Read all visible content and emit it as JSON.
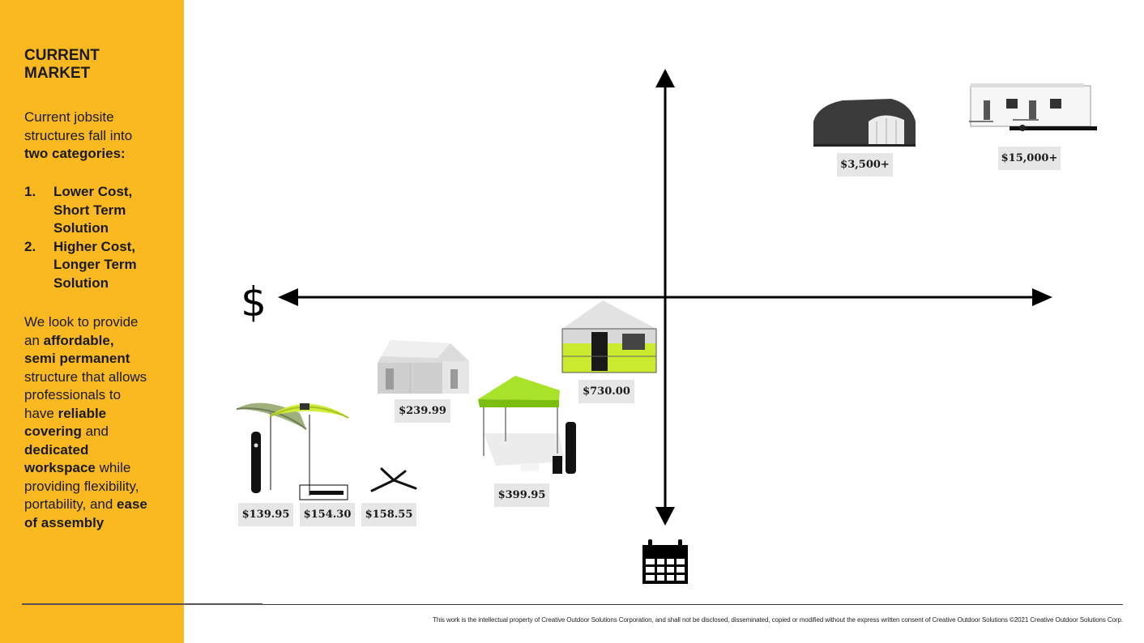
{
  "sidebar": {
    "title_line1": "CURRENT",
    "title_line2": "MARKET",
    "intro_l1": "Current jobsite",
    "intro_l2": "structures fall into",
    "intro_l3": "two categories:",
    "items": [
      {
        "num": "1.",
        "l1": "Lower Cost,",
        "l2": "Short Term",
        "l3": "Solution"
      },
      {
        "num": "2.",
        "l1": "Higher Cost,",
        "l2": "Longer Term",
        "l3": "Solution"
      }
    ],
    "body": {
      "l1": "We look to provide",
      "l2a": "an ",
      "l2b": "affordable,",
      "l3": "semi permanent",
      "l4": "structure that allows",
      "l5": "professionals to",
      "l6a": "have ",
      "l6b": "reliable",
      "l7a": "covering",
      "l7b": " and",
      "l8": "dedicated",
      "l9a": "workspace",
      "l9b": " while",
      "l10": "providing flexibility,",
      "l11a": "portability, and ",
      "l11b": "ease",
      "l12": "of assembly"
    }
  },
  "axis": {
    "x_symbol": "$",
    "y_icon": "calendar-icon",
    "arrow_color": "#000000"
  },
  "products": [
    {
      "name": "umbrella-grey",
      "price": "$139.95"
    },
    {
      "name": "umbrella-lime",
      "price": "$154.30"
    },
    {
      "name": "umbrella-base",
      "price": "$158.55"
    },
    {
      "name": "white-canopy",
      "price": "$239.99"
    },
    {
      "name": "lime-canopy",
      "price": "$399.95"
    },
    {
      "name": "enclosed-shelter",
      "price": "$730.00"
    },
    {
      "name": "shelter-building",
      "price": "$3,500+"
    },
    {
      "name": "office-trailer",
      "price": "$15,000+"
    }
  ],
  "colors": {
    "sidebar": "#FBB921",
    "lime": "#C6F23A",
    "price_bg": "#e6e6e6"
  },
  "footer": "This work is the intellectual property of Creative Outdoor Solutions Corporation, and shall not be disclosed, disseminated, copied or modified  without the express written consent of  Creative Outdoor Solutions ©2021 Creative Outdoor Solutions Corp."
}
